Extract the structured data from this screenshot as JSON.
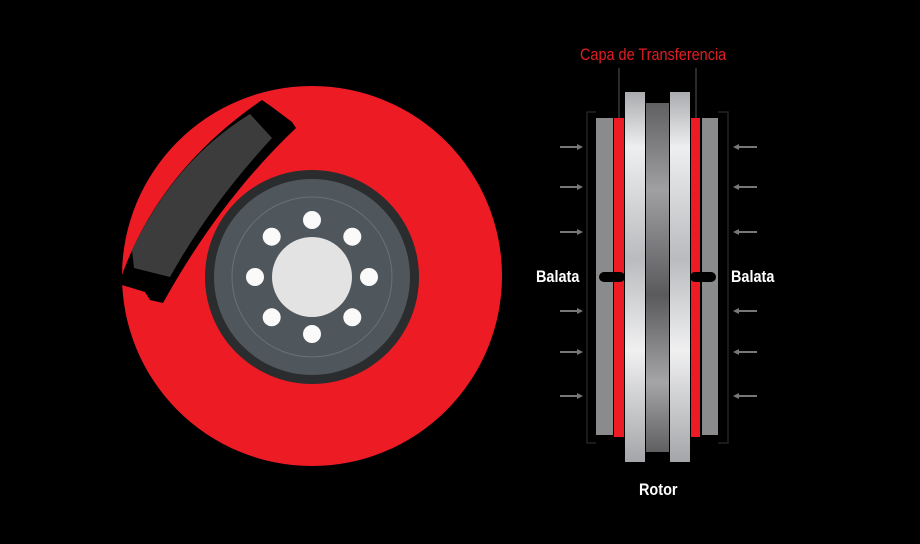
{
  "labels": {
    "title": "Capa de Transferencia",
    "pad_left": "Balata",
    "pad_right": "Balata",
    "rotor": "Rotor"
  },
  "colors": {
    "red": "#ed1c24",
    "pad": "#3a3a3a",
    "hub": "#4d545a",
    "rotor_light": "#d8d9db",
    "rotor_dark": "#6a6a6c"
  }
}
